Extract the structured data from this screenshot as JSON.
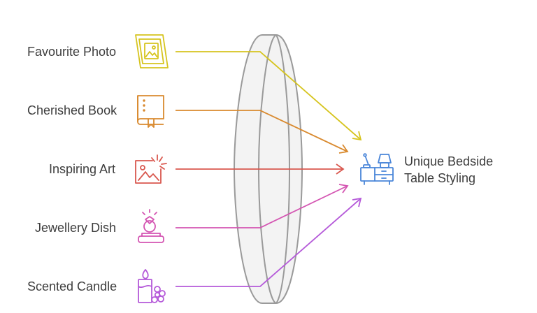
{
  "inputs": [
    {
      "label": "Favourite Photo",
      "color": "#d6c41e",
      "icon": "photo-frame-icon"
    },
    {
      "label": "Cherished Book",
      "color": "#d98a2f",
      "icon": "book-icon"
    },
    {
      "label": "Inspiring Art",
      "color": "#d9584f",
      "icon": "art-icon"
    },
    {
      "label": "Jewellery Dish",
      "color": "#d455b2",
      "icon": "jewellery-dish-icon"
    },
    {
      "label": "Scented Candle",
      "color": "#b55ad9",
      "icon": "candle-icon"
    }
  ],
  "output": {
    "line1": "Unique Bedside",
    "line2": "Table Styling",
    "color": "#4a86d9",
    "icon": "bedside-table-icon"
  },
  "lens": {
    "fill": "#f3f3f3",
    "stroke": "#9a9a9a"
  }
}
